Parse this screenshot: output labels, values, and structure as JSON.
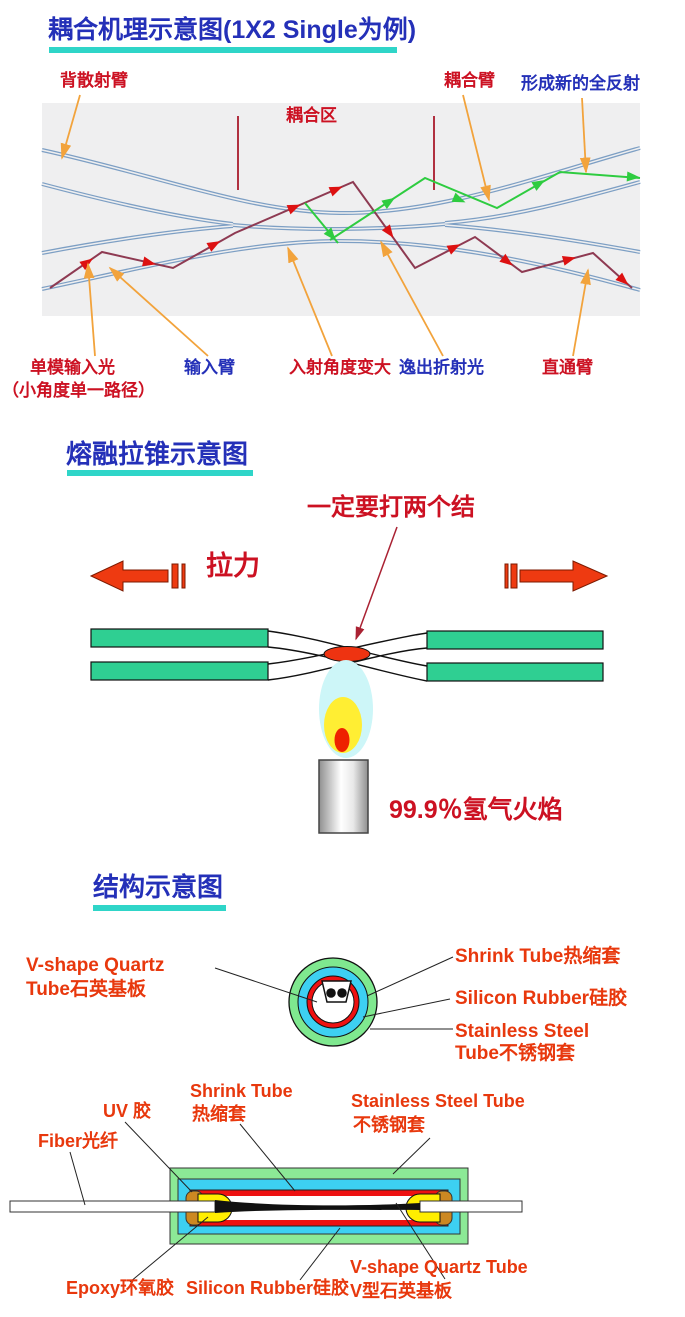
{
  "section1": {
    "title": "耦合机理示意图(1X2 Single为例)",
    "backscatter_arm": "背散射臂",
    "coupling_region": "耦合区",
    "coupling_arm": "耦合臂",
    "new_total_reflection": "形成新的全反射",
    "input_light_line1": "单模输入光",
    "input_light_line2": "（小角度单一路径）",
    "input_arm": "输入臂",
    "incident_angle": "入射角度变大",
    "escaped_light": "逸出折射光",
    "through_arm": "直通臂"
  },
  "section2": {
    "title": "熔融拉锥示意图",
    "note": "一定要打两个结",
    "pull_label": "拉力",
    "flame_label": "99.9％氢气火焰"
  },
  "section3": {
    "title": "结构示意图",
    "cross_section": {
      "v_quartz_line1": "V-shape Quartz",
      "v_quartz_line2": "Tube石英基板",
      "shrink_tube": "Shrink Tube热缩套",
      "silicon_rubber": "Silicon Rubber硅胶",
      "steel_line1": "Stainless Steel",
      "steel_line2": "Tube不锈钢套"
    },
    "side_view": {
      "uv_glue": "UV 胶",
      "shrink_line1": "Shrink Tube",
      "shrink_line2": "热缩套",
      "steel_line1": "Stainless Steel Tube",
      "steel_line2": "不锈钢套",
      "fiber": "Fiber光纤",
      "epoxy": "Epoxy环氧胶",
      "silicon_rubber": "Silicon Rubber硅胶",
      "v_quartz_line1": "V-shape Quartz Tube",
      "v_quartz_line2": "V型石英基板"
    }
  },
  "colors": {
    "title_blue": "#2430b8",
    "underline_teal": "#2fd5c8",
    "label_red": "#cc1122",
    "label_orange_red": "#e8380d",
    "pointer_orange": "#f2a33c",
    "ray_dark_red": "#8e3a52",
    "ray_arrow_red": "#dd1111",
    "ray_green": "#2ecc40",
    "fiber_blue": "#7d9fc4",
    "pull_arrow_red": "#ee3a11",
    "fiber_bar_green": "#2fcf92",
    "flame_outer": "#cdf6f8",
    "flame_mid": "#ffee33",
    "flame_core": "#ee2200",
    "ring_green": "#7fe88f",
    "ring_cyan": "#3dd0f2",
    "ring_red": "#ee1111",
    "cap_gold": "#cc8822",
    "bullet_yellow": "#ffee00"
  }
}
